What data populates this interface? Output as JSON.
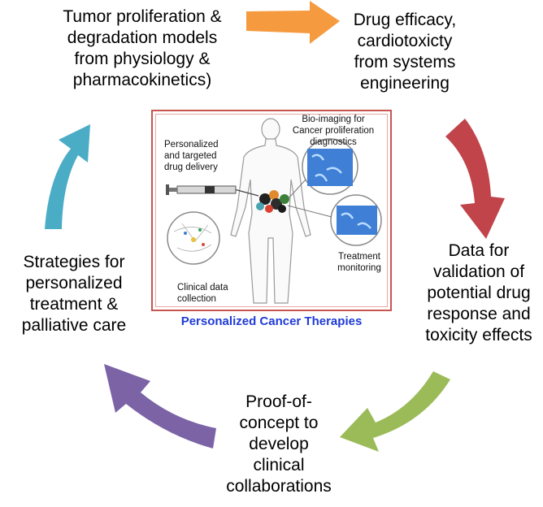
{
  "nodes": {
    "tumor_models": [
      "Tumor proliferation &",
      "degradation models",
      "from physiology &",
      "pharmacokinetics)"
    ],
    "drug_efficacy": [
      "Drug efficacy,",
      "cardiotoxicty",
      "from systems",
      "engineering"
    ],
    "validation_data": [
      "Data for",
      "validation of",
      "potential drug",
      "response and",
      "toxicity effects"
    ],
    "proof_of_concept": [
      "Proof-of-",
      "concept to",
      "develop",
      "clinical",
      "collaborations"
    ],
    "strategies": [
      "Strategies for",
      "personalized",
      "treatment &",
      "palliative care"
    ]
  },
  "center": {
    "caption": "Personalized Cancer Therapies",
    "labels": {
      "drug_delivery": [
        "Personalized",
        "and targeted",
        "drug delivery"
      ],
      "bio_imaging": [
        "Bio-imaging for",
        "Cancer proliferation",
        "diagnostics"
      ],
      "treatment_monitoring": [
        "Treatment",
        "monitoring"
      ],
      "clinical_data": [
        "Clinical data",
        "collection"
      ]
    }
  },
  "colors": {
    "arrow_top": "#f59a3e",
    "arrow_right": "#c0444a",
    "arrow_bottom": "#9bbb59",
    "arrow_left": "#7b63a6",
    "arrow_upper_left": "#4bacc6",
    "caption": "#1f3bd6",
    "frame": "#c8554f"
  }
}
